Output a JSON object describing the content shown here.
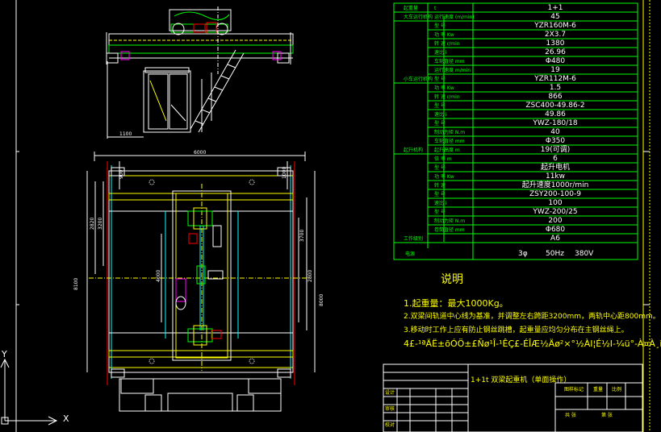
{
  "spec_table": {
    "rows": [
      {
        "group": "起重量",
        "label": "t",
        "value": "1+1"
      },
      {
        "group": "大车运行机构",
        "label": "运行速度 (m/min)",
        "value": "45"
      },
      {
        "group": "",
        "label": "型 号",
        "value": "YZR160M-6"
      },
      {
        "group": "",
        "label": "功 率 Kw",
        "value": "2X3.7"
      },
      {
        "group": "",
        "label": "转 速 r/min",
        "value": "1380"
      },
      {
        "group": "",
        "label": "速比 i",
        "value": "26.96"
      },
      {
        "group": "",
        "label": "车轮直径 mm",
        "value": "Φ480"
      },
      {
        "group": "",
        "label": "运行速度 m/min",
        "value": "19"
      },
      {
        "group": "小车运行机构",
        "label": "型 号",
        "value": "YZR112M-6"
      },
      {
        "group": "",
        "label": "功 率 Kw",
        "value": "1.5"
      },
      {
        "group": "",
        "label": "转 速 r/min",
        "value": "866"
      },
      {
        "group": "",
        "label": "型 号",
        "value": "ZSC400-49.86-2"
      },
      {
        "group": "",
        "label": "速比 i",
        "value": "49.86"
      },
      {
        "group": "",
        "label": "型 号",
        "value": "YWZ-180/18"
      },
      {
        "group": "",
        "label": "制动力矩 N.m",
        "value": "40"
      },
      {
        "group": "",
        "label": "车轮直径 mm",
        "value": "Φ350"
      },
      {
        "group": "起升机构",
        "label": "起升高度 m",
        "value": "19(可调)"
      },
      {
        "group": "",
        "label": "倍 率 m",
        "value": "6"
      },
      {
        "group": "",
        "label": "型 号",
        "value": "起升电机"
      },
      {
        "group": "",
        "label": "功 率 Kw",
        "value": "11kw"
      },
      {
        "group": "",
        "label": "转 速",
        "value": "起升速度1000r/min"
      },
      {
        "group": "",
        "label": "型 号",
        "value": "ZSY200-100-9"
      },
      {
        "group": "",
        "label": "速比 i",
        "value": "100"
      },
      {
        "group": "",
        "label": "型 号",
        "value": "YWZ-200/25"
      },
      {
        "group": "",
        "label": "制动力矩 N.m",
        "value": "200"
      },
      {
        "group": "",
        "label": "卷筒直径 mm",
        "value": "Φ680"
      },
      {
        "group": "工作级别",
        "label": "",
        "value": "A6"
      }
    ],
    "power": {
      "group": "电源",
      "phase": "3φ",
      "freq": "50Hz",
      "voltage": "380V"
    }
  },
  "notes": {
    "title": "说明",
    "items": [
      "1.起重量：最大1000Kg。",
      "2.双梁间轨道中心线为基准，并调整左右跨距3200mm，两轨中心距800mm。",
      "3.移动时工作上应有防止钢丝跳槽，起重量应均匀分布在主钢丝绳上。",
      "4£-¹ªÄË±õÓÖ±£Ñø¹Î-¹ÊÇ£-ÉÎÆ½Äø²×°½ÀI¦É½I-¼ü°-À¤À¸i"
    ]
  },
  "title_block": {
    "name": "1+1t 双梁起重机（单面操作）",
    "sub_labels": [
      "设计",
      "审核",
      "校对"
    ],
    "right_labels": [
      "图样标记",
      "重量",
      "比例",
      "共 张",
      "第 张"
    ]
  },
  "dimensions": {
    "top_width": "1100",
    "overall_width": "6000",
    "d_2820": "2820",
    "d_3200": "3200",
    "d_3700": "3700",
    "d_2800": "2800",
    "d_8000": "8000",
    "d_8100": "8100",
    "d_4000": "4000",
    "d_900": "900",
    "d_1000": "1000"
  },
  "ucs": {
    "x_label": "X",
    "y_label": "Y"
  }
}
